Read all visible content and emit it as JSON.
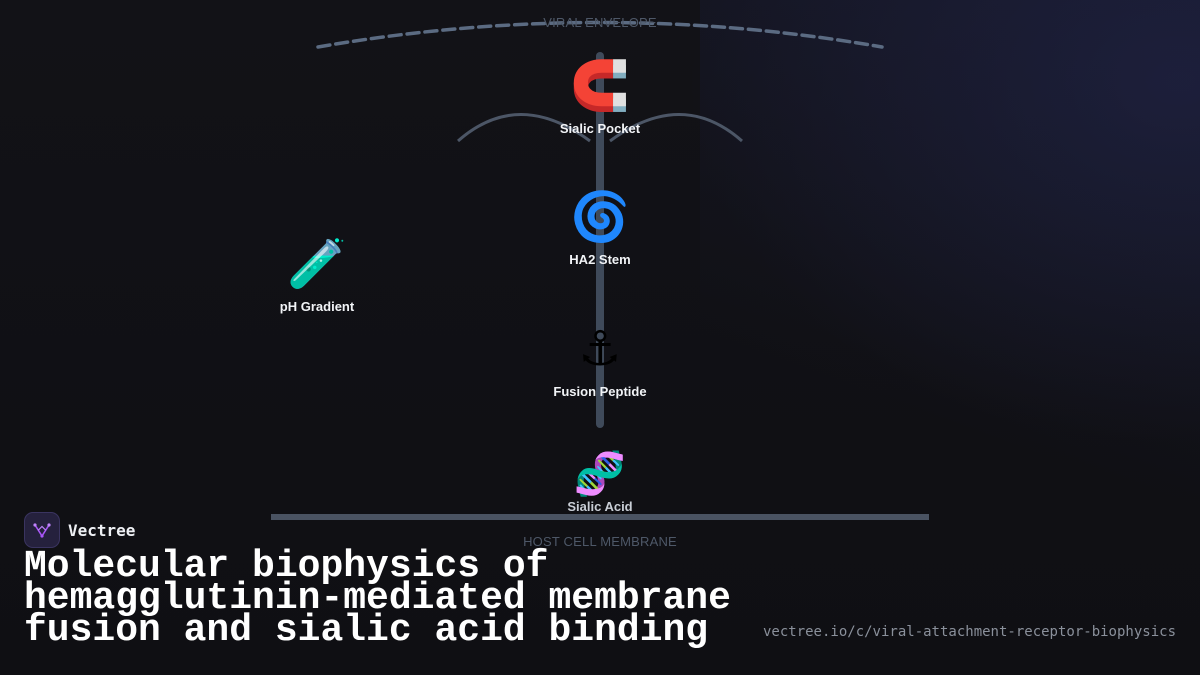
{
  "diagram": {
    "zones": {
      "top": "VIRAL ENVELOPE",
      "bottom": "HOST CELL MEMBRANE"
    },
    "nodes": [
      {
        "id": "sialic-pocket",
        "label": "Sialic Pocket",
        "icon": "magnet-icon",
        "glyph": "🧲"
      },
      {
        "id": "ha2-stem",
        "label": "HA2 Stem",
        "icon": "spiral-icon",
        "glyph": "🌀"
      },
      {
        "id": "ph-gradient",
        "label": "pH Gradient",
        "icon": "test-tube-icon",
        "glyph": "🧪"
      },
      {
        "id": "fusion-peptide",
        "label": "Fusion Peptide",
        "icon": "anchor-icon",
        "glyph": "⚓"
      },
      {
        "id": "sialic-acid",
        "label": "Sialic Acid",
        "icon": "dna-icon",
        "glyph": "🧬"
      }
    ],
    "colors": {
      "envelope": "#5b6b82",
      "stalk": "#3f4a5a",
      "membrane": "#4a5362",
      "background": "#0f0f13"
    }
  },
  "brand": {
    "name": "Vectree",
    "logo_icon": "vectree-logo-icon",
    "logo_color": "#a855f7"
  },
  "headline": "Molecular biophysics of hemagglutinin-mediated membrane fusion and sialic acid binding",
  "url": "vectree.io/c/viral-attachment-receptor-biophysics"
}
